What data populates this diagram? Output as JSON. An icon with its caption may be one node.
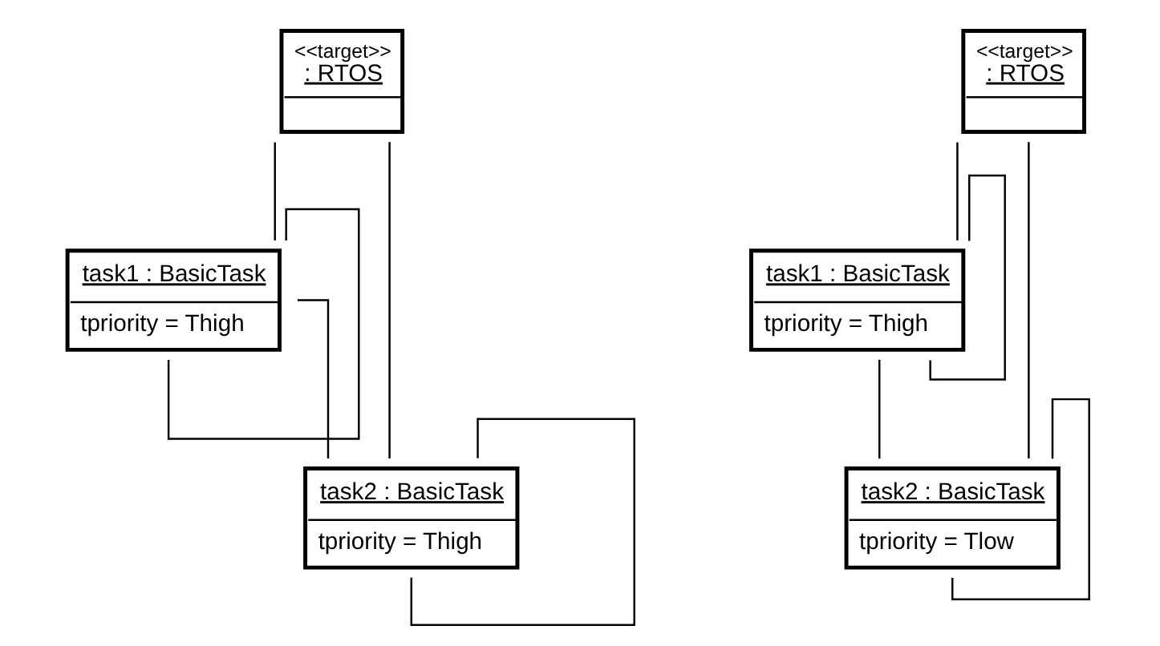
{
  "diagram": {
    "nodes": [
      {
        "text": [
          "<<target>>",
          ": RTOS"
        ]
      },
      {
        "text": [
          "task1 : BasicTask",
          "tpriority = Thigh"
        ]
      },
      {
        "text": [
          "task2 : BasicTask",
          "tpriority = Thigh"
        ]
      },
      {
        "text": [
          "<<target>>",
          ": RTOS"
        ]
      },
      {
        "text": [
          "task1 : BasicTask",
          "tpriority = Thigh"
        ]
      },
      {
        "text": [
          "task2 : BasicTask",
          "tpriority = Tlow"
        ]
      }
    ],
    "edges": [
      {
        "from": 0,
        "to": 2,
        "arrow": "none"
      },
      {
        "from": 0,
        "to": 1,
        "arrow": "none"
      },
      {
        "from": 1,
        "to": 1,
        "arrow": "none"
      },
      {
        "from": 1,
        "to": 2,
        "arrow": "none"
      },
      {
        "from": 2,
        "to": 2,
        "arrow": "none"
      },
      {
        "from": 3,
        "to": 5,
        "arrow": "none"
      },
      {
        "from": 3,
        "to": 4,
        "arrow": "none"
      },
      {
        "from": 4,
        "to": 4,
        "arrow": "none"
      },
      {
        "from": 4,
        "to": 5,
        "arrow": "none"
      },
      {
        "from": 5,
        "to": 5,
        "arrow": "none"
      }
    ]
  }
}
